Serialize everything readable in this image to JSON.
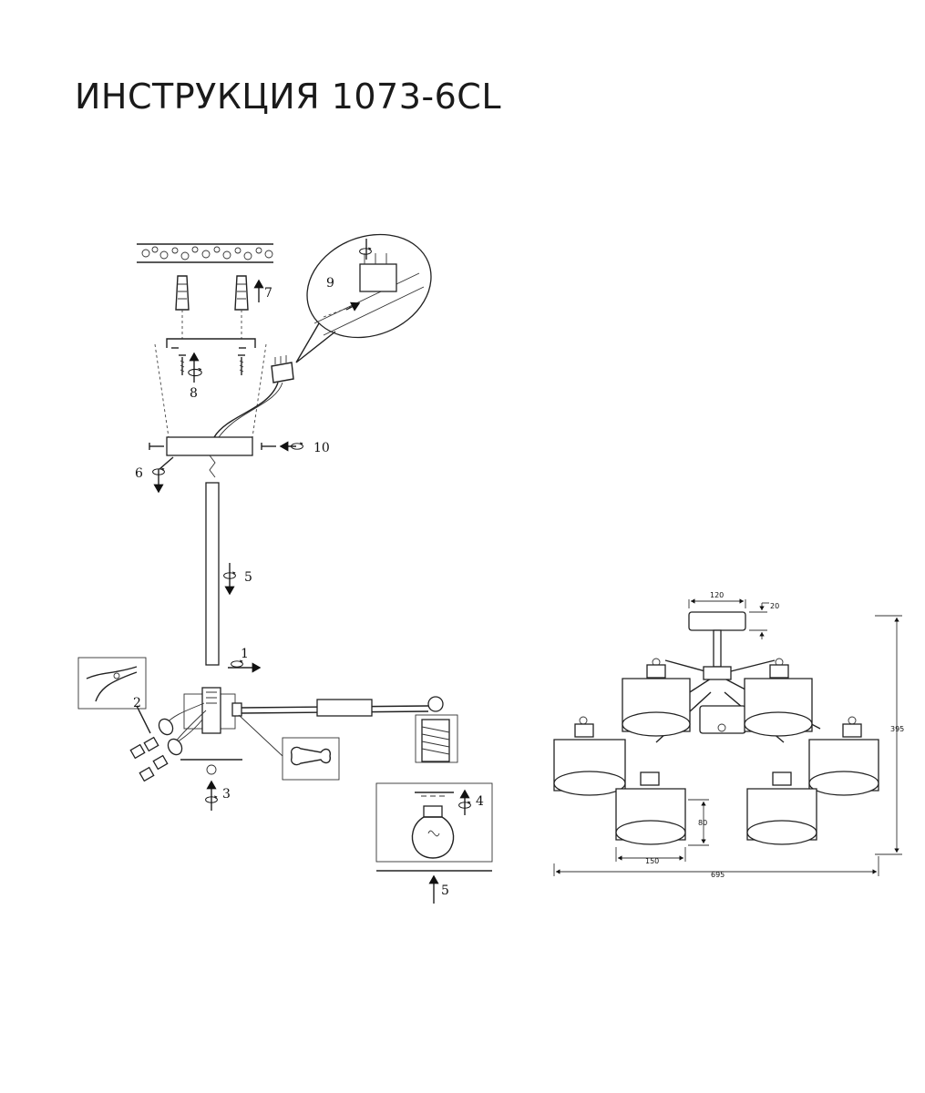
{
  "title": "ИНСТРУКЦИЯ 1073-6CL",
  "steps": {
    "s1": "1",
    "s2": "2",
    "s3": "3",
    "s4": "4",
    "s5a": "5",
    "s5b": "5",
    "s6": "6",
    "s7": "7",
    "s8": "8",
    "s9": "9",
    "s10": "10"
  },
  "dimensions": {
    "canopy_width": "120",
    "canopy_height": "20",
    "total_height": "395",
    "shade_height": "80",
    "shade_width": "150",
    "total_width": "695"
  }
}
